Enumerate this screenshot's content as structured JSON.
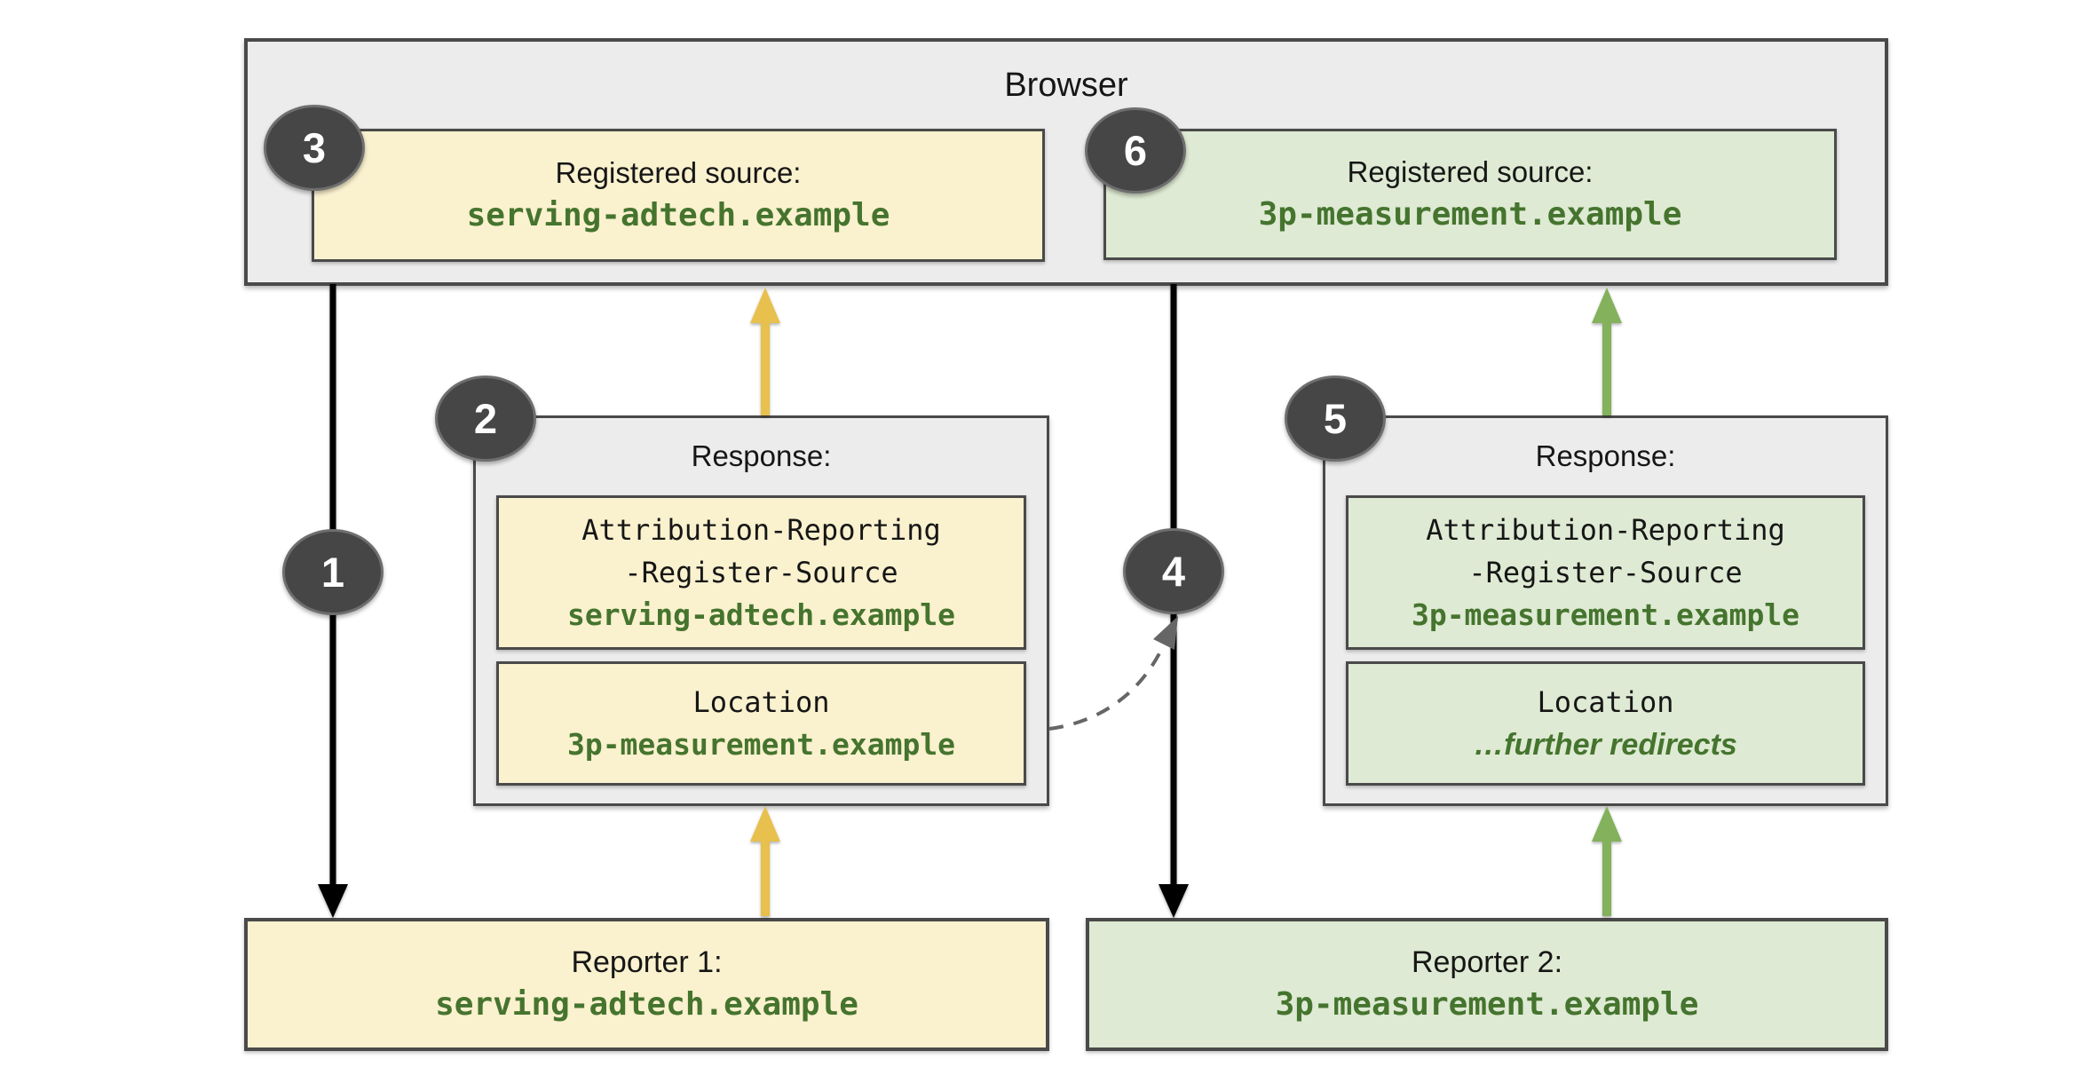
{
  "browser": {
    "title": "Browser",
    "sources": [
      {
        "label": "Registered source:",
        "domain": "serving-adtech.example"
      },
      {
        "label": "Registered source:",
        "domain": "3p-measurement.example"
      }
    ]
  },
  "responses": [
    {
      "title": "Response:",
      "header": {
        "line1": "Attribution-Reporting",
        "line2": "-Register-Source",
        "domain": "serving-adtech.example"
      },
      "location": {
        "label": "Location",
        "value": "3p-measurement.example"
      }
    },
    {
      "title": "Response:",
      "header": {
        "line1": "Attribution-Reporting",
        "line2": "-Register-Source",
        "domain": "3p-measurement.example"
      },
      "location": {
        "label": "Location",
        "value": "…further redirects"
      }
    }
  ],
  "reporters": [
    {
      "label": "Reporter 1:",
      "domain": "serving-adtech.example"
    },
    {
      "label": "Reporter 2:",
      "domain": "3p-measurement.example"
    }
  ],
  "steps": [
    "1",
    "2",
    "3",
    "4",
    "5",
    "6"
  ],
  "colors": {
    "yellow_fill": "#faf1ce",
    "green_fill": "#deead3",
    "panel_fill": "#ececec",
    "box_border": "#4a4a4a",
    "yellow_arrow": "#e7c04e",
    "green_arrow": "#83b15c",
    "black_arrow": "#000000",
    "dashed_arrow": "#666666",
    "green_text": "#45742e",
    "badge_fill": "#464646"
  }
}
